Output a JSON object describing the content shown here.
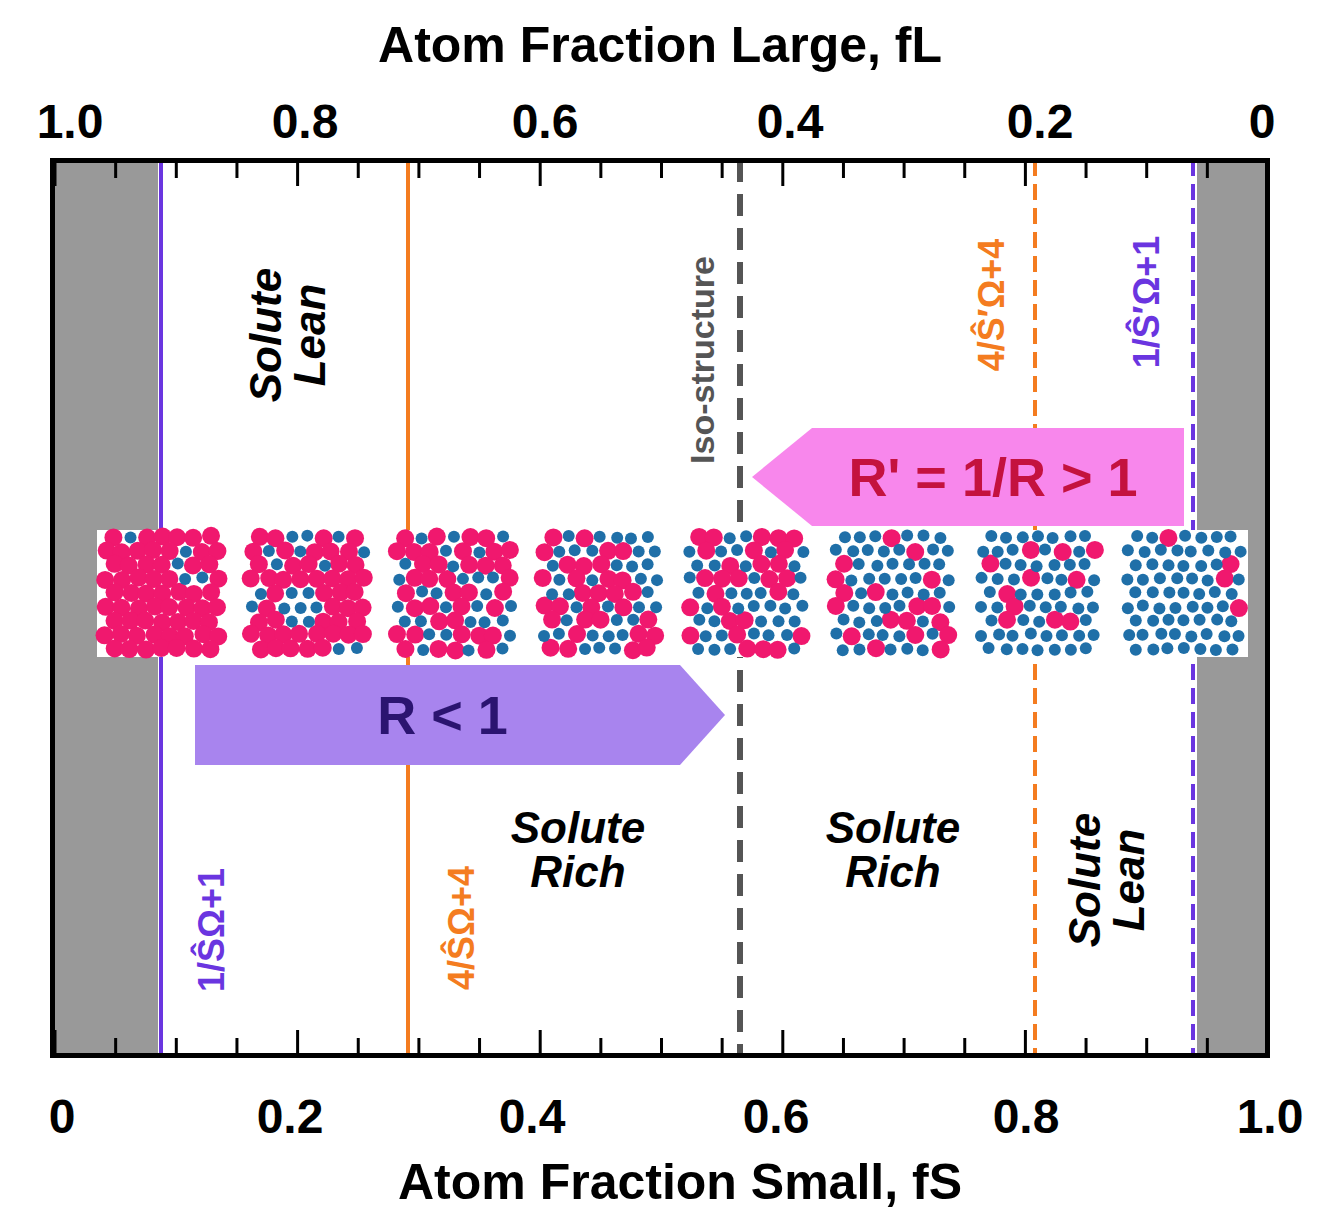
{
  "diagram": {
    "nodes": [
      {
        "text": [
          "R' = 1/R > 1"
        ]
      },
      {
        "text": [
          "R < 1"
        ]
      }
    ],
    "labels": [
      "Atom Fraction Large, fL",
      "1.0",
      "0.8",
      "0.6",
      "0.4",
      "0.2",
      "0",
      "Solute Lean",
      "Iso-structure",
      "4/Ŝ′Ω+4",
      "1/Ŝ′Ω+1",
      "1/ŜΩ+1",
      "4/ŜΩ+4",
      "Solute Rich",
      "Solute Rich",
      "Solute Lean",
      "0",
      "0.2",
      "0.4",
      "0.6",
      "0.8",
      "1.0",
      "Atom Fraction Small, fS"
    ]
  }
}
